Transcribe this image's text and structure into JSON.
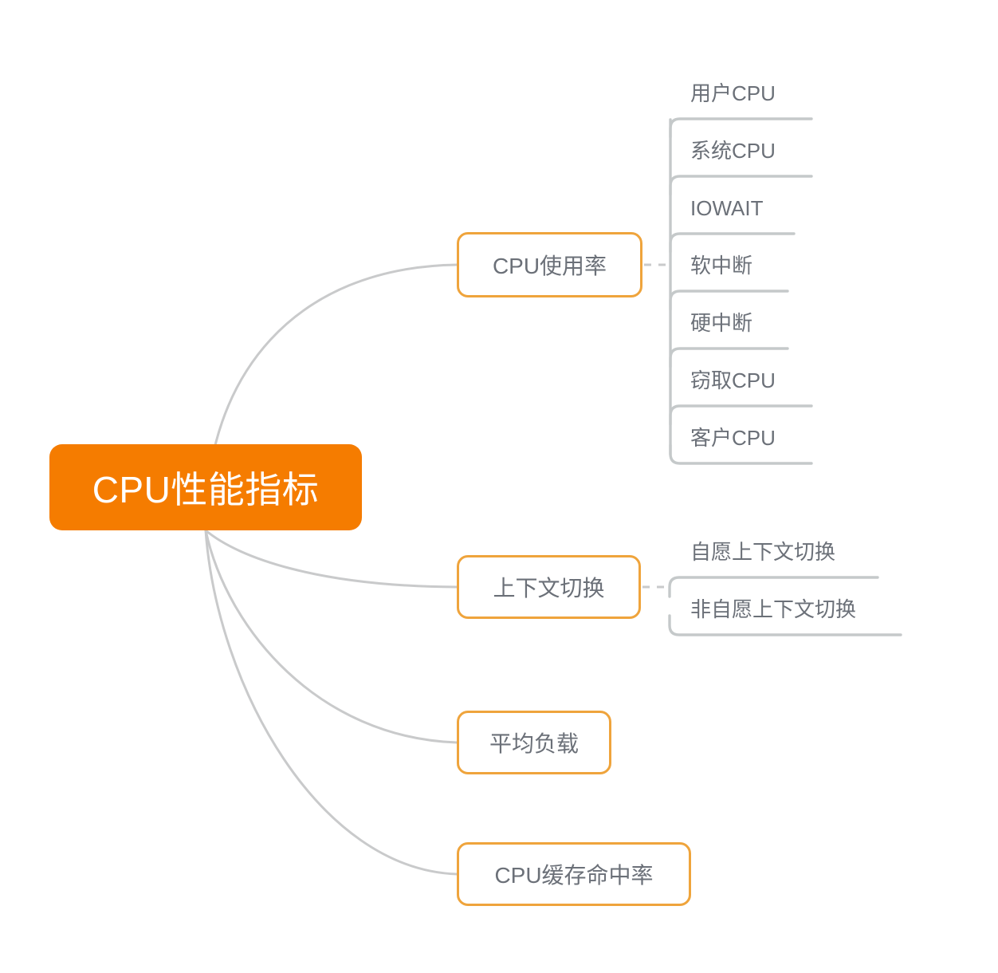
{
  "diagram": {
    "title": "CPU性能指标",
    "type": "mindmap",
    "background_color": "#ffffff",
    "root_fill_color": "#F57C00",
    "root_text_color": "#ffffff",
    "branch_border_color": "#EFA43C",
    "branch_text_color": "#6b7078",
    "leaf_text_color": "#6b7078",
    "connector_color": "#c9cacb"
  },
  "root": {
    "label": "CPU性能指标"
  },
  "branches": [
    {
      "label": "CPU使用率",
      "connector": "dashed",
      "children": [
        {
          "label": "用户CPU"
        },
        {
          "label": "系统CPU"
        },
        {
          "label": "IOWAIT"
        },
        {
          "label": "软中断"
        },
        {
          "label": "硬中断"
        },
        {
          "label": "窃取CPU"
        },
        {
          "label": "客户CPU"
        }
      ]
    },
    {
      "label": "上下文切换",
      "connector": "dashed",
      "children": [
        {
          "label": "自愿上下文切换"
        },
        {
          "label": "非自愿上下文切换"
        }
      ]
    },
    {
      "label": "平均负载",
      "connector": "none",
      "children": []
    },
    {
      "label": "CPU缓存命中率",
      "connector": "none",
      "children": []
    }
  ]
}
